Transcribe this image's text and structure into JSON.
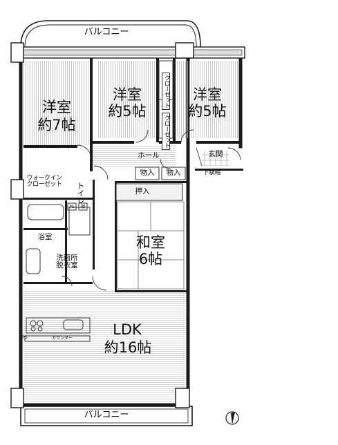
{
  "floorplan": {
    "balcony_top": "バルコニー",
    "balcony_bottom": "バルコニー",
    "rooms": {
      "western_room_7": {
        "name": "洋室",
        "size": "約7帖"
      },
      "western_room_5a": {
        "name": "洋室",
        "size": "約5帖"
      },
      "western_room_5b": {
        "name": "洋室",
        "size": "約5帖"
      },
      "japanese_room": {
        "name": "和室",
        "size": "6帖"
      },
      "ldk": {
        "name": "LDK",
        "size": "約16帖"
      }
    },
    "labels": {
      "closet_a": "クローゼット",
      "closet_b": "クローゼット",
      "hall": "ホール",
      "entrance": "玄関",
      "storage_a": "物入",
      "storage_b": "物入",
      "shoe_box": "下駄箱",
      "walkin_closet": "ウォークイン\nクローゼット",
      "toilet": "トイレ",
      "oshiire": "押入",
      "bathroom": "浴室",
      "washroom": "洗面所\n脱衣室",
      "ps_a": "PS",
      "ps_b": "PS",
      "counter": "カウンター",
      "pipe_space": "棚"
    },
    "colors": {
      "wall": "#1a1a1a",
      "floor_hatch": "#bdbdbd",
      "tatami_line": "#888888"
    }
  }
}
